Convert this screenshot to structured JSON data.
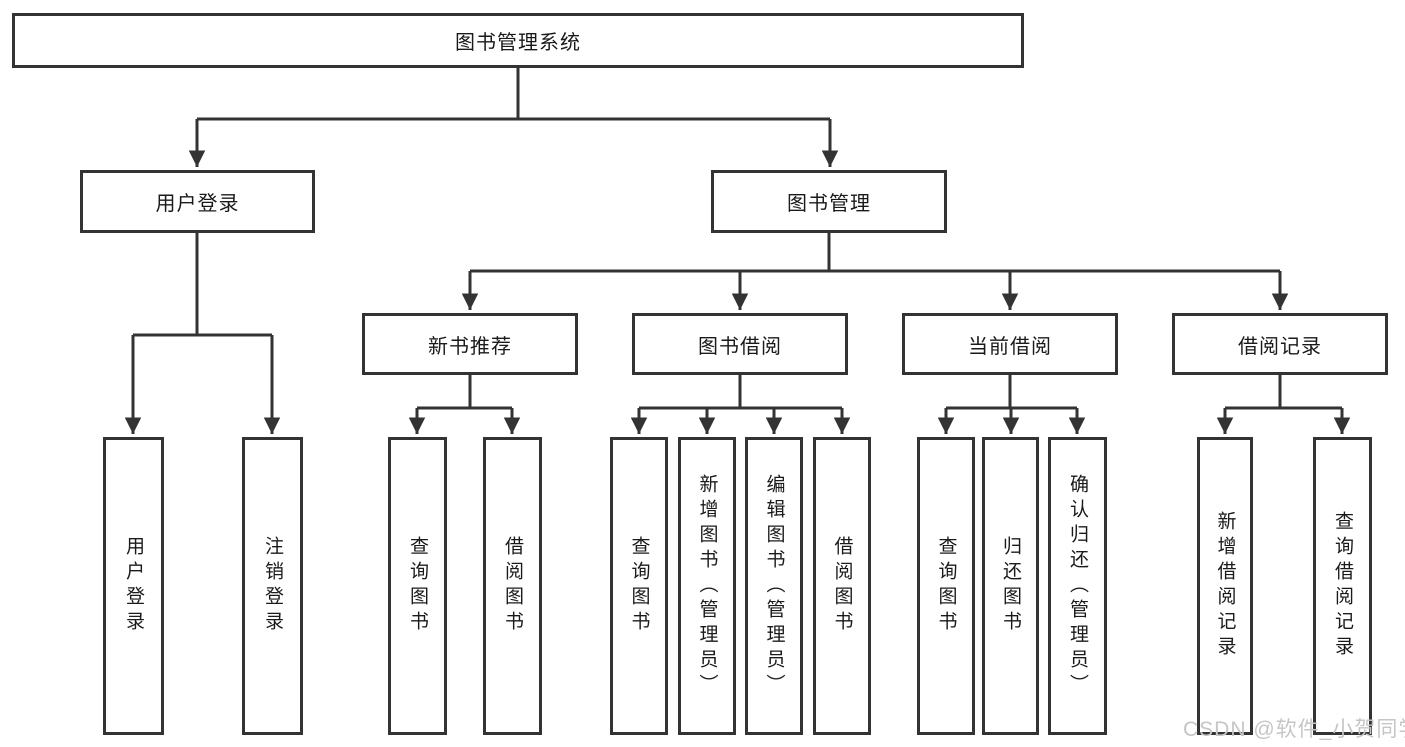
{
  "diagram": {
    "root": {
      "label": "图书管理系统"
    },
    "left_branch": {
      "label": "用户登录",
      "children": [
        "用户登录",
        "注销登录"
      ]
    },
    "right_branch": {
      "label": "图书管理",
      "groups": [
        {
          "label": "新书推荐",
          "children": [
            "查询图书",
            "借阅图书"
          ]
        },
        {
          "label": "图书借阅",
          "children": [
            "查询图书",
            "新增图书（管理员）",
            "编辑图书（管理员）",
            "借阅图书"
          ]
        },
        {
          "label": "当前借阅",
          "children": [
            "查询图书",
            "归还图书",
            "确认归还（管理员）"
          ]
        },
        {
          "label": "借阅记录",
          "children": [
            "新增借阅记录",
            "查询借阅记录"
          ]
        }
      ]
    }
  },
  "watermark": "CSDN @软件_小贺同学",
  "colors": {
    "line": "#333333",
    "box_border": "#333333",
    "box_background": "#ffffff",
    "text": "#1a1a1a",
    "watermark": "#c6c6c6",
    "background": "#ffffff"
  }
}
